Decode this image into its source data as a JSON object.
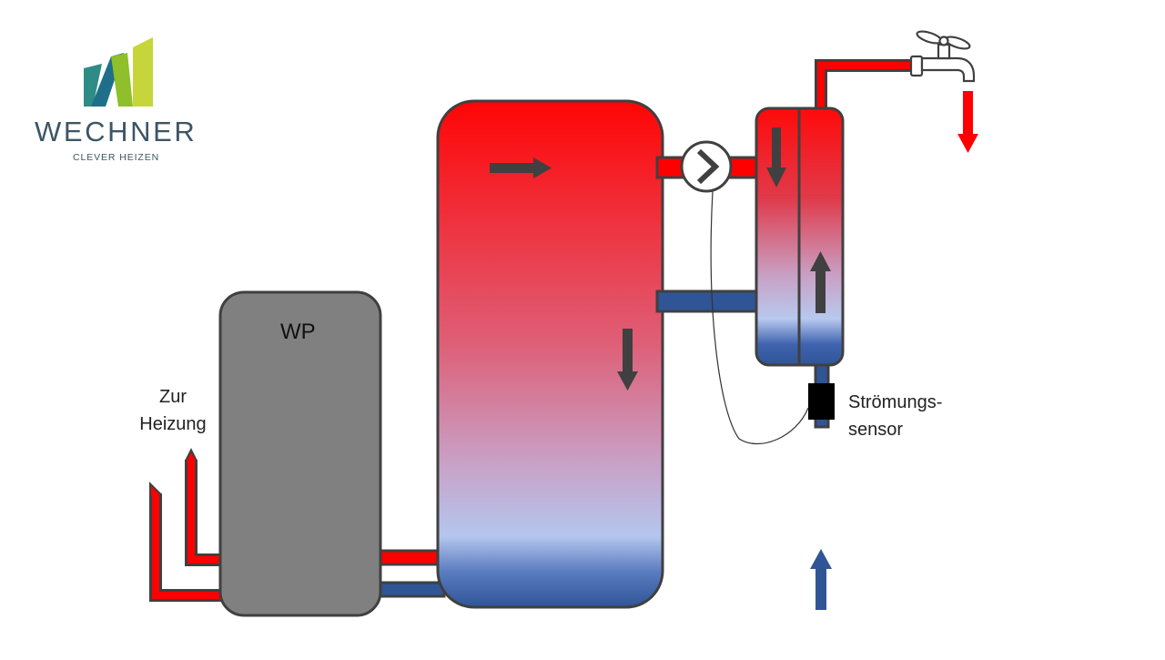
{
  "logo": {
    "name": "WECHNER",
    "tagline": "CLEVER HEIZEN",
    "colors": [
      "#2e8b86",
      "#8fbf2a",
      "#c6d63a",
      "#3d5566"
    ]
  },
  "labels": {
    "heat_pump": "WP",
    "heating_line1": "Zur",
    "heating_line2": "Heizung",
    "sensor_line1": "Strömungs-",
    "sensor_line2": "sensor"
  },
  "colors": {
    "hot": "#f00000",
    "cold": "#2f5597",
    "outline": "#404040",
    "heat_pump": "#808080",
    "arrow": "#404040"
  },
  "icons": [
    "water-tap-icon",
    "pump-icon",
    "flow-arrow-icon"
  ]
}
